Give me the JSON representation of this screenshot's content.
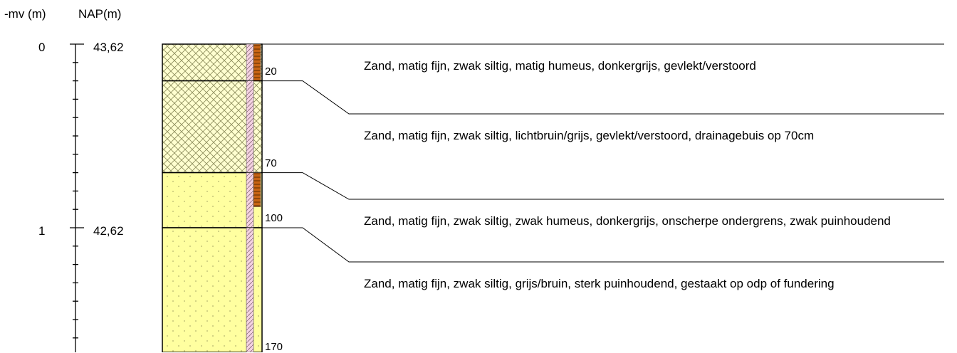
{
  "header": {
    "depth_unit": "-mv (m)",
    "nap_unit": "NAP(m)"
  },
  "scale": [
    {
      "depth": "0",
      "nap": "43,62"
    },
    {
      "depth": "1",
      "nap": "42,62"
    }
  ],
  "layers": [
    {
      "bottom_cm": 20,
      "bottom_label": "20",
      "pattern": "sand-humic",
      "description": "Zand, matig fijn, zwak siltig, matig humeus, donkergrijs, gevlekt/verstoord"
    },
    {
      "bottom_cm": 70,
      "bottom_label": "70",
      "pattern": "sand-humic",
      "description": "Zand, matig fijn, zwak siltig, lichtbruin/grijs, gevlekt/verstoord, drainagebuis op 70cm"
    },
    {
      "bottom_cm": 100,
      "bottom_label": "100",
      "pattern": "sand",
      "description": "Zand, matig fijn, zwak siltig, zwak humeus, donkergrijs, onscherpe ondergrens, zwak puinhoudend"
    },
    {
      "bottom_cm": 170,
      "bottom_label": "170",
      "pattern": "sand",
      "description": "Zand, matig fijn, zwak siltig, grijs/bruin, sterk puinhoudend, gestaakt op odp of fundering"
    }
  ],
  "colors": {
    "sand": "#ffffa0",
    "humic_hatch": "#b4b46e",
    "silt_strip": "#f0c8dc",
    "humus_strip": "#c86414"
  }
}
